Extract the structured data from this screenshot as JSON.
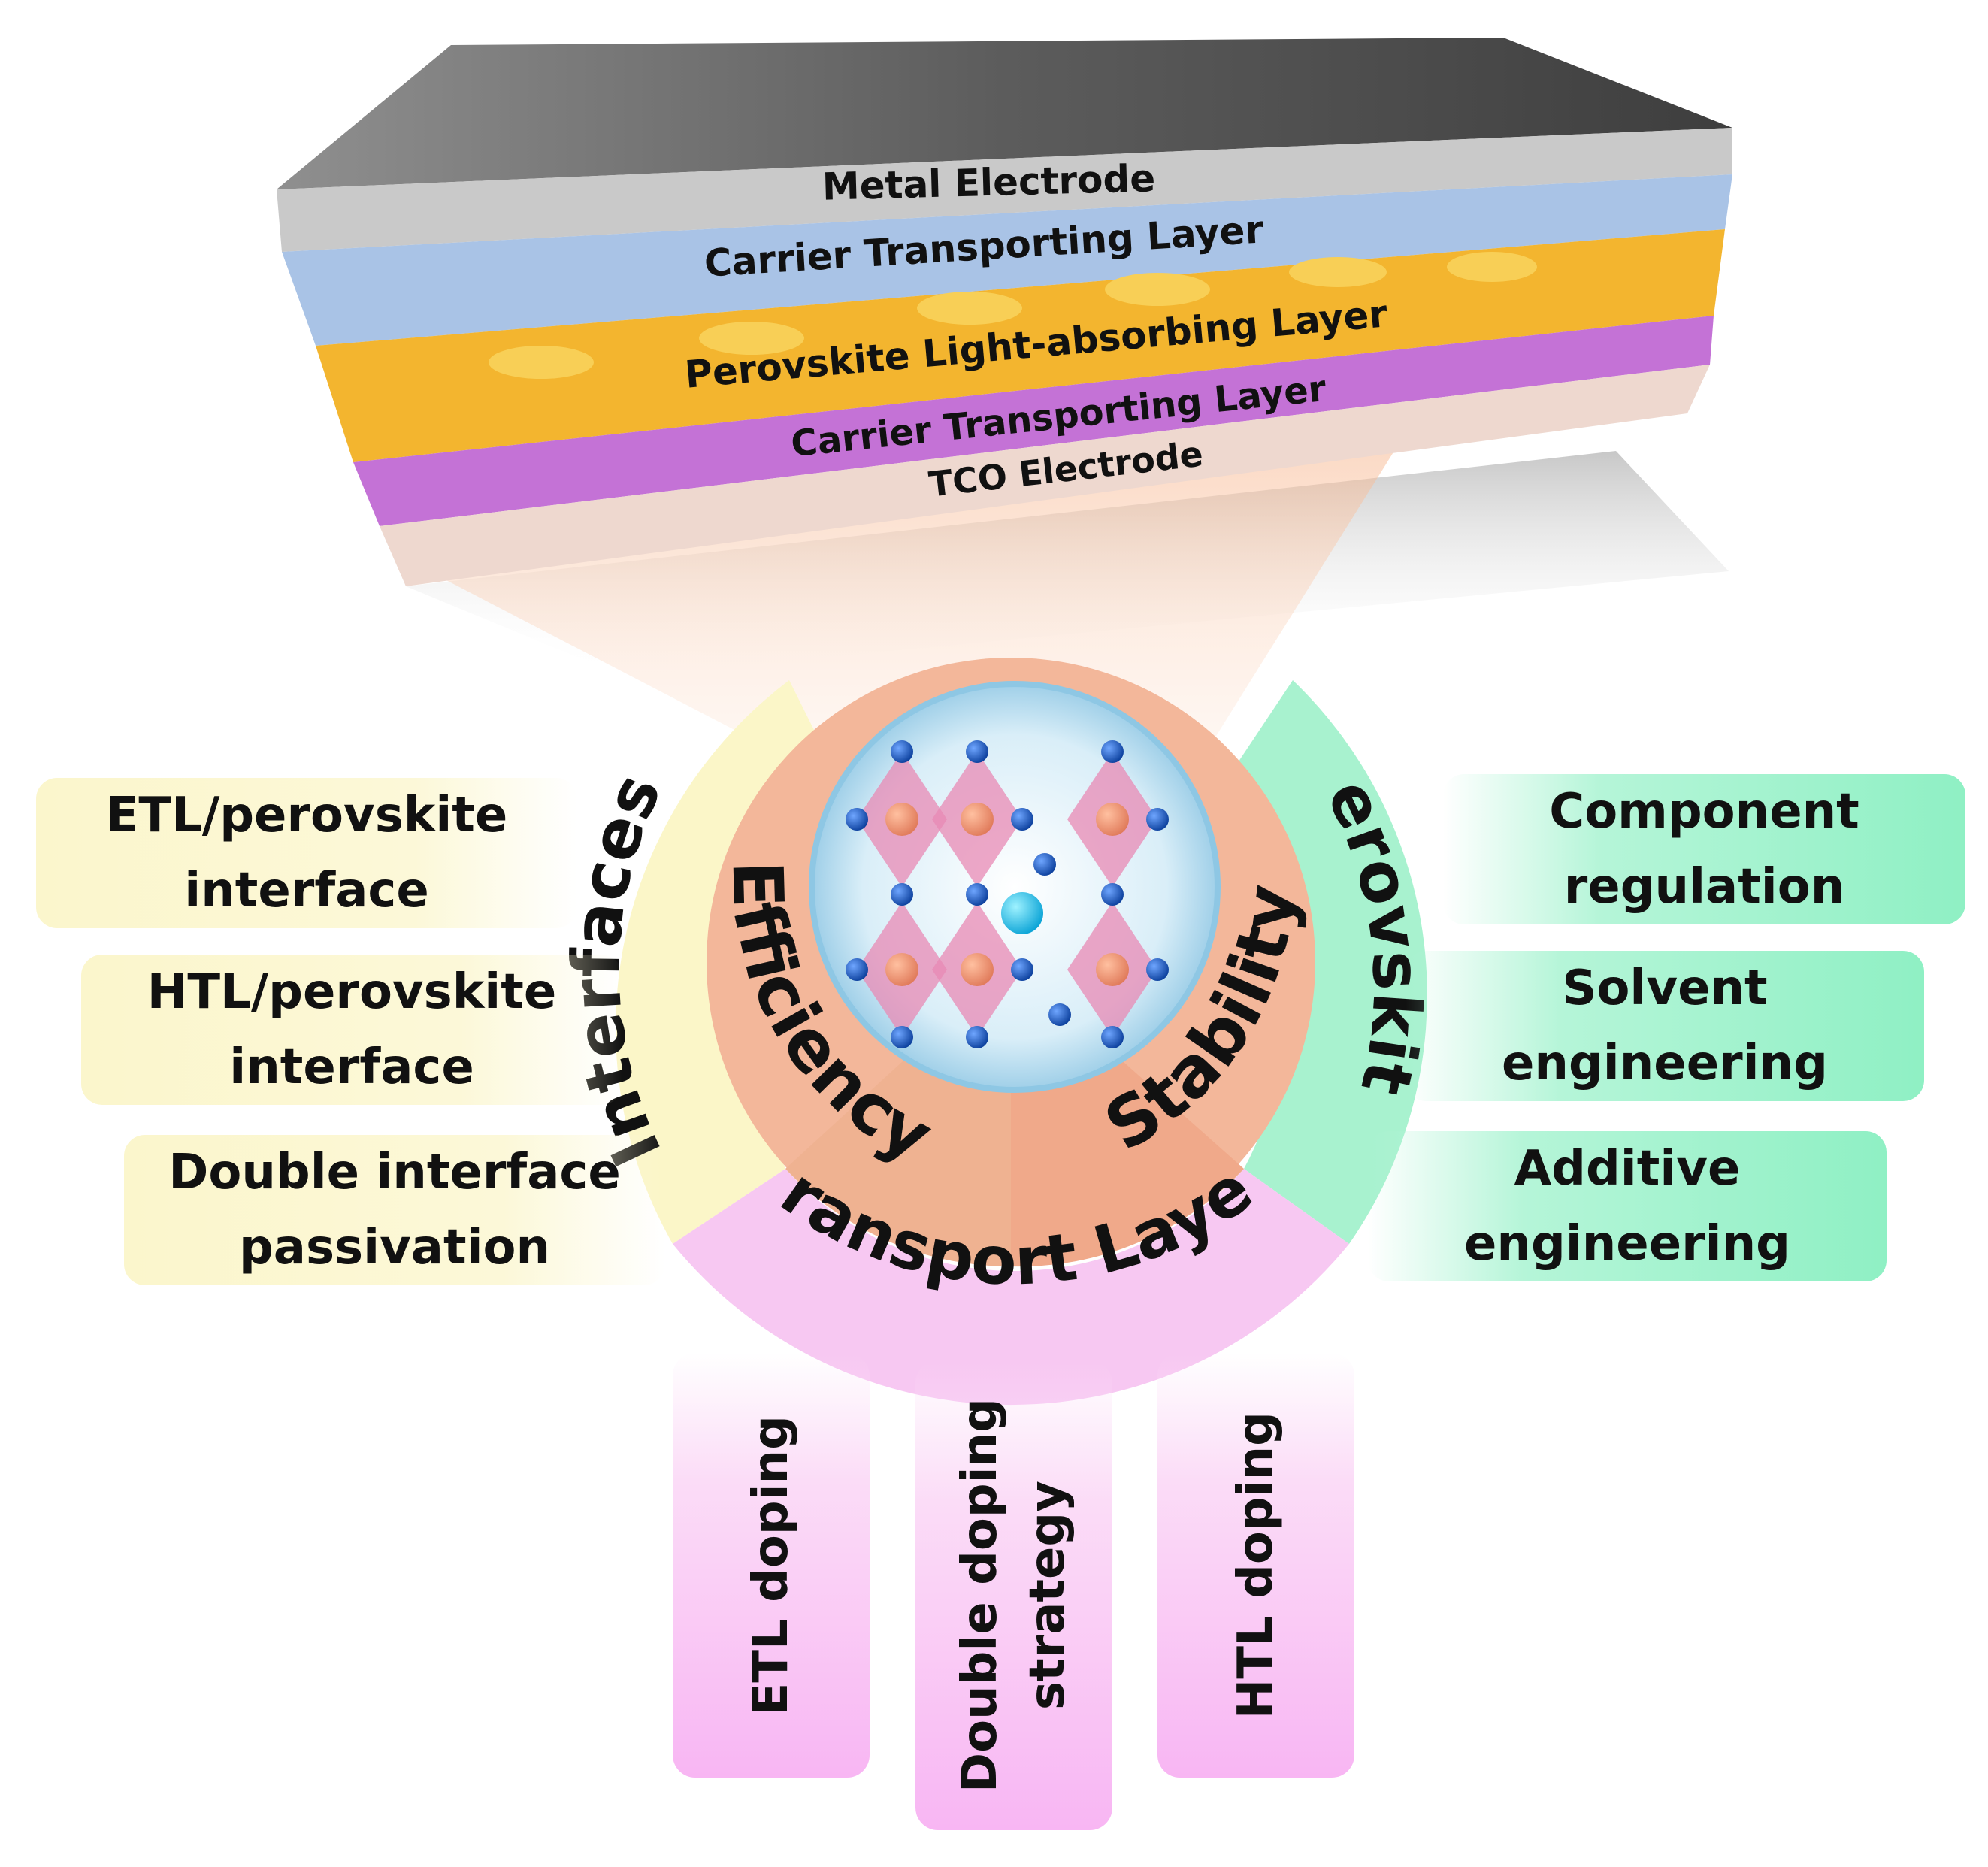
{
  "layers": {
    "metal": "Metal Electrode",
    "ctl_top": "Carrier Transporting Layer",
    "perovskite": "Perovskite Light-absorbing Layer",
    "ctl_bottom": "Carrier Transporting Layer",
    "tco": "TCO Electrode"
  },
  "center": {
    "efficiency": "Efficiency",
    "stability": "Stability"
  },
  "ring": {
    "interfaces": "Interfaces",
    "perovskite": "Perovskite",
    "transport": "Transport Layer"
  },
  "left_boxes": [
    {
      "line1": "ETL/perovskite",
      "line2": "interface"
    },
    {
      "line1": "HTL/perovskite",
      "line2": "interface"
    },
    {
      "line1": "Double interface",
      "line2": "passivation"
    }
  ],
  "right_boxes": [
    {
      "line1": "Component",
      "line2": "regulation"
    },
    {
      "line1": "Solvent",
      "line2": "engineering"
    },
    {
      "line1": "Additive",
      "line2": "engineering"
    }
  ],
  "bottom_boxes": [
    {
      "line1": "ETL doping"
    },
    {
      "line1": "Double doping",
      "line2": "strategy"
    },
    {
      "line1": "HTL doping"
    }
  ],
  "colors": {
    "metal": "#c9c9c9",
    "ctl_top": "#a9c3e6",
    "perovskite": "#f3b52f",
    "ctl_bottom": "#c472d6",
    "tco": "#eed8cf",
    "interfaces_ring": "#fbf6c8",
    "perovskite_ring": "#a8f2cf",
    "transport_ring": "#f7c8f2",
    "core_disc": "#f3b79a"
  }
}
